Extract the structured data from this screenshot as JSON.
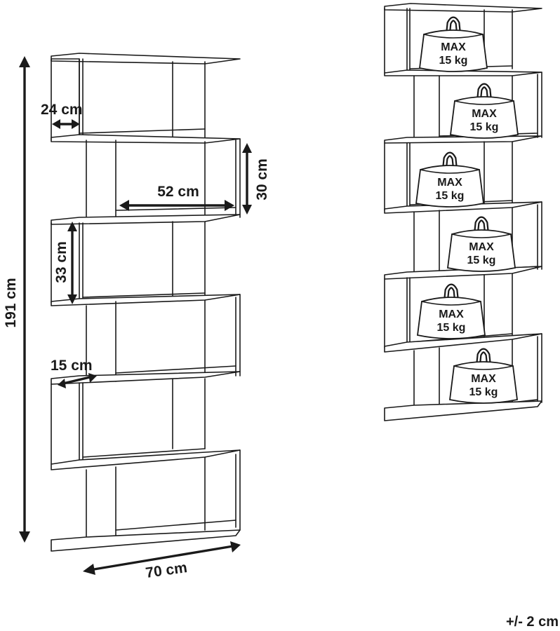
{
  "dimensions": {
    "height": "191 cm",
    "width": "70 cm",
    "depth": "24 cm",
    "inner_width": "52 cm",
    "inner_height_a": "30 cm",
    "inner_height_b": "33 cm",
    "shelf_offset": "15 cm",
    "tolerance": "+/- 2 cm"
  },
  "load": {
    "weights": [
      {
        "max_label": "MAX",
        "kg_label": "15 kg"
      },
      {
        "max_label": "MAX",
        "kg_label": "15 kg"
      },
      {
        "max_label": "MAX",
        "kg_label": "15 kg"
      },
      {
        "max_label": "MAX",
        "kg_label": "15 kg"
      },
      {
        "max_label": "MAX",
        "kg_label": "15 kg"
      },
      {
        "max_label": "MAX",
        "kg_label": "15 kg"
      }
    ]
  },
  "icons": [
    "weight-icon"
  ],
  "colors": {
    "line": "#1a1a1a",
    "background": "#ffffff"
  }
}
